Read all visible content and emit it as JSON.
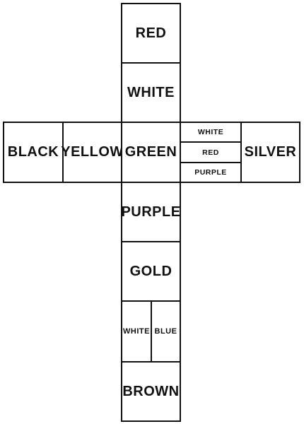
{
  "vertical": {
    "top": "RED",
    "upper": "WHITE",
    "center": "GREEN",
    "lower": "PURPLE",
    "gold": "GOLD",
    "split_left": "WHITE",
    "split_right": "BLUE",
    "bottom": "BROWN"
  },
  "horizontal": {
    "far_left": "BLACK",
    "left": "YELLOW",
    "stack": [
      "WHITE",
      "RED",
      "PURPLE"
    ],
    "far_right": "SILVER"
  }
}
